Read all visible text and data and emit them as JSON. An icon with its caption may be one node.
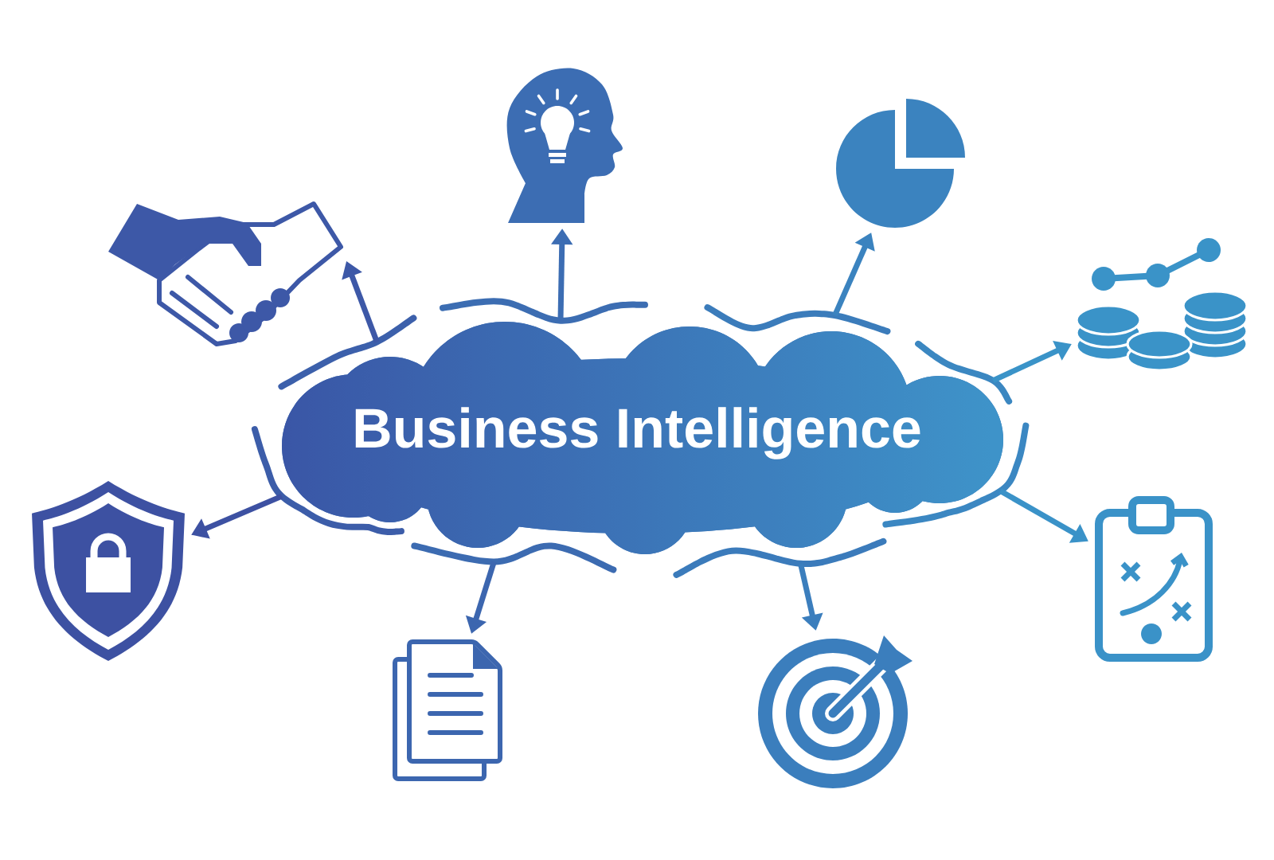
{
  "diagram": {
    "nodes": [
      {
        "text": [
          "Business Intelligence"
        ]
      },
      {
        "text": [],
        "shape": "picture"
      },
      {
        "text": [],
        "shape": "picture"
      },
      {
        "text": [],
        "shape": "picture"
      },
      {
        "text": [],
        "shape": "picture"
      },
      {
        "text": [],
        "shape": "picture"
      },
      {
        "text": [],
        "shape": "picture"
      },
      {
        "text": [],
        "shape": "picture"
      },
      {
        "text": [],
        "shape": "picture"
      }
    ],
    "edges": [
      {
        "from": 0,
        "to": 1,
        "arrow": "to"
      },
      {
        "from": 0,
        "to": 2,
        "arrow": "to"
      },
      {
        "from": 0,
        "to": 3,
        "arrow": "to"
      },
      {
        "from": 0,
        "to": 4,
        "arrow": "to"
      },
      {
        "from": 0,
        "to": 5,
        "arrow": "to"
      },
      {
        "from": 0,
        "to": 6,
        "arrow": "to"
      },
      {
        "from": 0,
        "to": 7,
        "arrow": "to"
      },
      {
        "from": 0,
        "to": 8,
        "arrow": "to"
      }
    ]
  }
}
